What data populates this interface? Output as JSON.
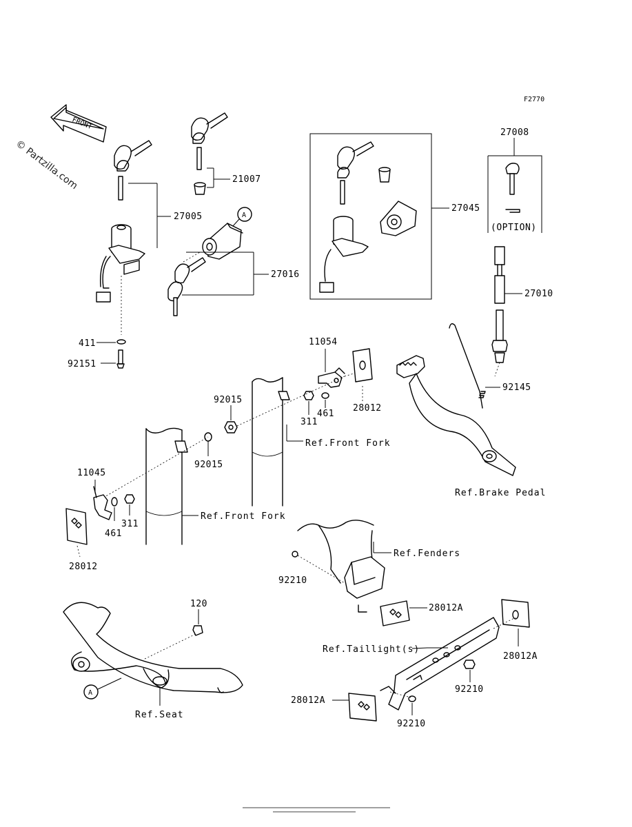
{
  "figure_code": "F2770",
  "watermark": "© Partzilla.com",
  "front_arrow_label": "FRONT",
  "option_label": "(OPTION)",
  "callouts": {
    "A_top": "A",
    "A_bottom": "A"
  },
  "part_numbers": {
    "p27005": "27005",
    "p21007": "21007",
    "p27016": "27016",
    "p27045": "27045",
    "p27008": "27008",
    "p27010": "27010",
    "p411": "411",
    "p92151": "92151",
    "p11054": "11054",
    "p92015_upper": "92015",
    "p92015_lower": "92015",
    "p311_upper": "311",
    "p461_upper": "461",
    "p28012_upper": "28012",
    "p92145": "92145",
    "p11045": "11045",
    "p461_lower": "461",
    "p311_lower": "311",
    "p28012_lower": "28012",
    "p92210_fender": "92210",
    "p28012A_fender": "28012A",
    "p120": "120",
    "p28012A_right": "28012A",
    "p92210_mid": "92210",
    "p28012A_left": "28012A",
    "p92210_bottom": "92210"
  },
  "references": {
    "front_fork_upper": "Ref.Front Fork",
    "front_fork_lower": "Ref.Front Fork",
    "brake_pedal": "Ref.Brake Pedal",
    "fenders": "Ref.Fenders",
    "taillights": "Ref.Taillight(s)",
    "seat": "Ref.Seat"
  }
}
